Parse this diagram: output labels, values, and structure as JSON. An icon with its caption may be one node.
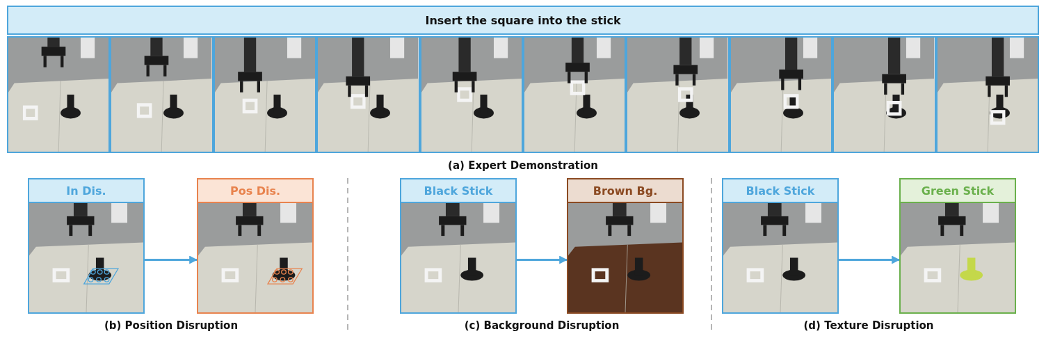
{
  "diagram": {
    "nodes": [
      {
        "text": [
          "Insert the square into the stick"
        ]
      },
      {
        "text": [],
        "shape": "picture"
      },
      {
        "text": [],
        "shape": "picture"
      },
      {
        "text": [],
        "shape": "picture"
      },
      {
        "text": [],
        "shape": "picture"
      },
      {
        "text": [],
        "shape": "picture"
      },
      {
        "text": [],
        "shape": "picture"
      },
      {
        "text": [],
        "shape": "picture"
      },
      {
        "text": [],
        "shape": "picture"
      },
      {
        "text": [],
        "shape": "picture"
      },
      {
        "text": [],
        "shape": "picture"
      },
      {
        "text": [
          "In Dis."
        ]
      },
      {
        "text": [
          "Pos Dis."
        ]
      },
      {
        "text": [
          "Black Stick"
        ]
      },
      {
        "text": [
          "Brown Bg."
        ]
      },
      {
        "text": [
          "Black Stick"
        ]
      },
      {
        "text": [
          "Green Stick"
        ]
      }
    ],
    "edges": [
      {
        "from": 11,
        "to": 12,
        "arrow": "to"
      },
      {
        "from": 13,
        "to": 14,
        "arrow": "to"
      },
      {
        "from": 15,
        "to": 16,
        "arrow": "to"
      }
    ],
    "labels": [
      "(a) Expert Demonstration",
      "(b) Position Disruption",
      "(c) Background Disruption",
      "(d) Texture Disruption"
    ]
  }
}
